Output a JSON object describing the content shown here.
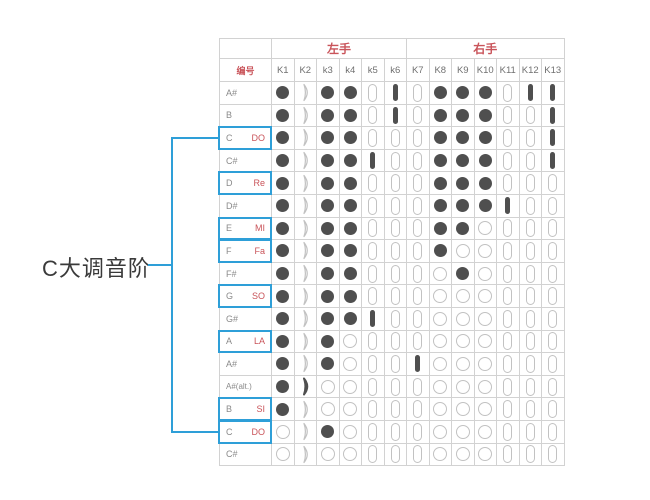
{
  "scale_label": "C大调音阶",
  "colors": {
    "accent_blue": "#2e9fd8",
    "accent_red": "#c9545a",
    "symbol_dark": "#4f4f4f",
    "symbol_outline_gray": "#c2c2c2",
    "grid_line": "#d2d2d2"
  },
  "table": {
    "corner_label": "编号",
    "left_hand_label": "左手",
    "right_hand_label": "右手",
    "key_headers": [
      "K1",
      "K2",
      "k3",
      "k4",
      "k5",
      "k6",
      "K7",
      "K8",
      "K9",
      "K10",
      "K11",
      "K12",
      "K13"
    ],
    "symbol_legend": {
      "F": "filled-circle",
      "O": "open-circle",
      "o": "open-oval",
      "B": "filled-bar",
      "c": "open-crescent",
      "C": "filled-crescent"
    },
    "rows": [
      {
        "note": "A#",
        "solfege": "",
        "highlight": false,
        "cells": "FcFFoBoFFFoBB"
      },
      {
        "note": "B",
        "solfege": "",
        "highlight": false,
        "cells": "FcFFoBoFFFooB"
      },
      {
        "note": "C",
        "solfege": "DO",
        "highlight": true,
        "cells": "FcFFoooFFFooB"
      },
      {
        "note": "C#",
        "solfege": "",
        "highlight": false,
        "cells": "FcFFBooFFFooB"
      },
      {
        "note": "D",
        "solfege": "Re",
        "highlight": true,
        "cells": "FcFFoooFFFooo"
      },
      {
        "note": "D#",
        "solfege": "",
        "highlight": false,
        "cells": "FcFFoooFFFBoo"
      },
      {
        "note": "E",
        "solfege": "MI",
        "highlight": true,
        "cells": "FcFFoooFFOooo"
      },
      {
        "note": "F",
        "solfege": "Fa",
        "highlight": true,
        "cells": "FcFFoooFOOooo"
      },
      {
        "note": "F#",
        "solfege": "",
        "highlight": false,
        "cells": "FcFFoooOFOooo"
      },
      {
        "note": "G",
        "solfege": "SO",
        "highlight": true,
        "cells": "FcFFoooOOOooo"
      },
      {
        "note": "G#",
        "solfege": "",
        "highlight": false,
        "cells": "FcFFBooOOOooo"
      },
      {
        "note": "A",
        "solfege": "LA",
        "highlight": true,
        "cells": "FcFOoooOOOooo"
      },
      {
        "note": "A#",
        "solfege": "",
        "highlight": false,
        "cells": "FcFOooBOOOooo"
      },
      {
        "note": "A#(alt.)",
        "solfege": "",
        "highlight": false,
        "cells": "FCOOoooOOOooo"
      },
      {
        "note": "B",
        "solfege": "SI",
        "highlight": true,
        "cells": "FcOOoooOOOooo"
      },
      {
        "note": "C",
        "solfege": "DO",
        "highlight": true,
        "cells": "OcFOoooOOOooo"
      },
      {
        "note": "C#",
        "solfege": "",
        "highlight": false,
        "cells": "OcOOoooOOOooo"
      }
    ]
  }
}
